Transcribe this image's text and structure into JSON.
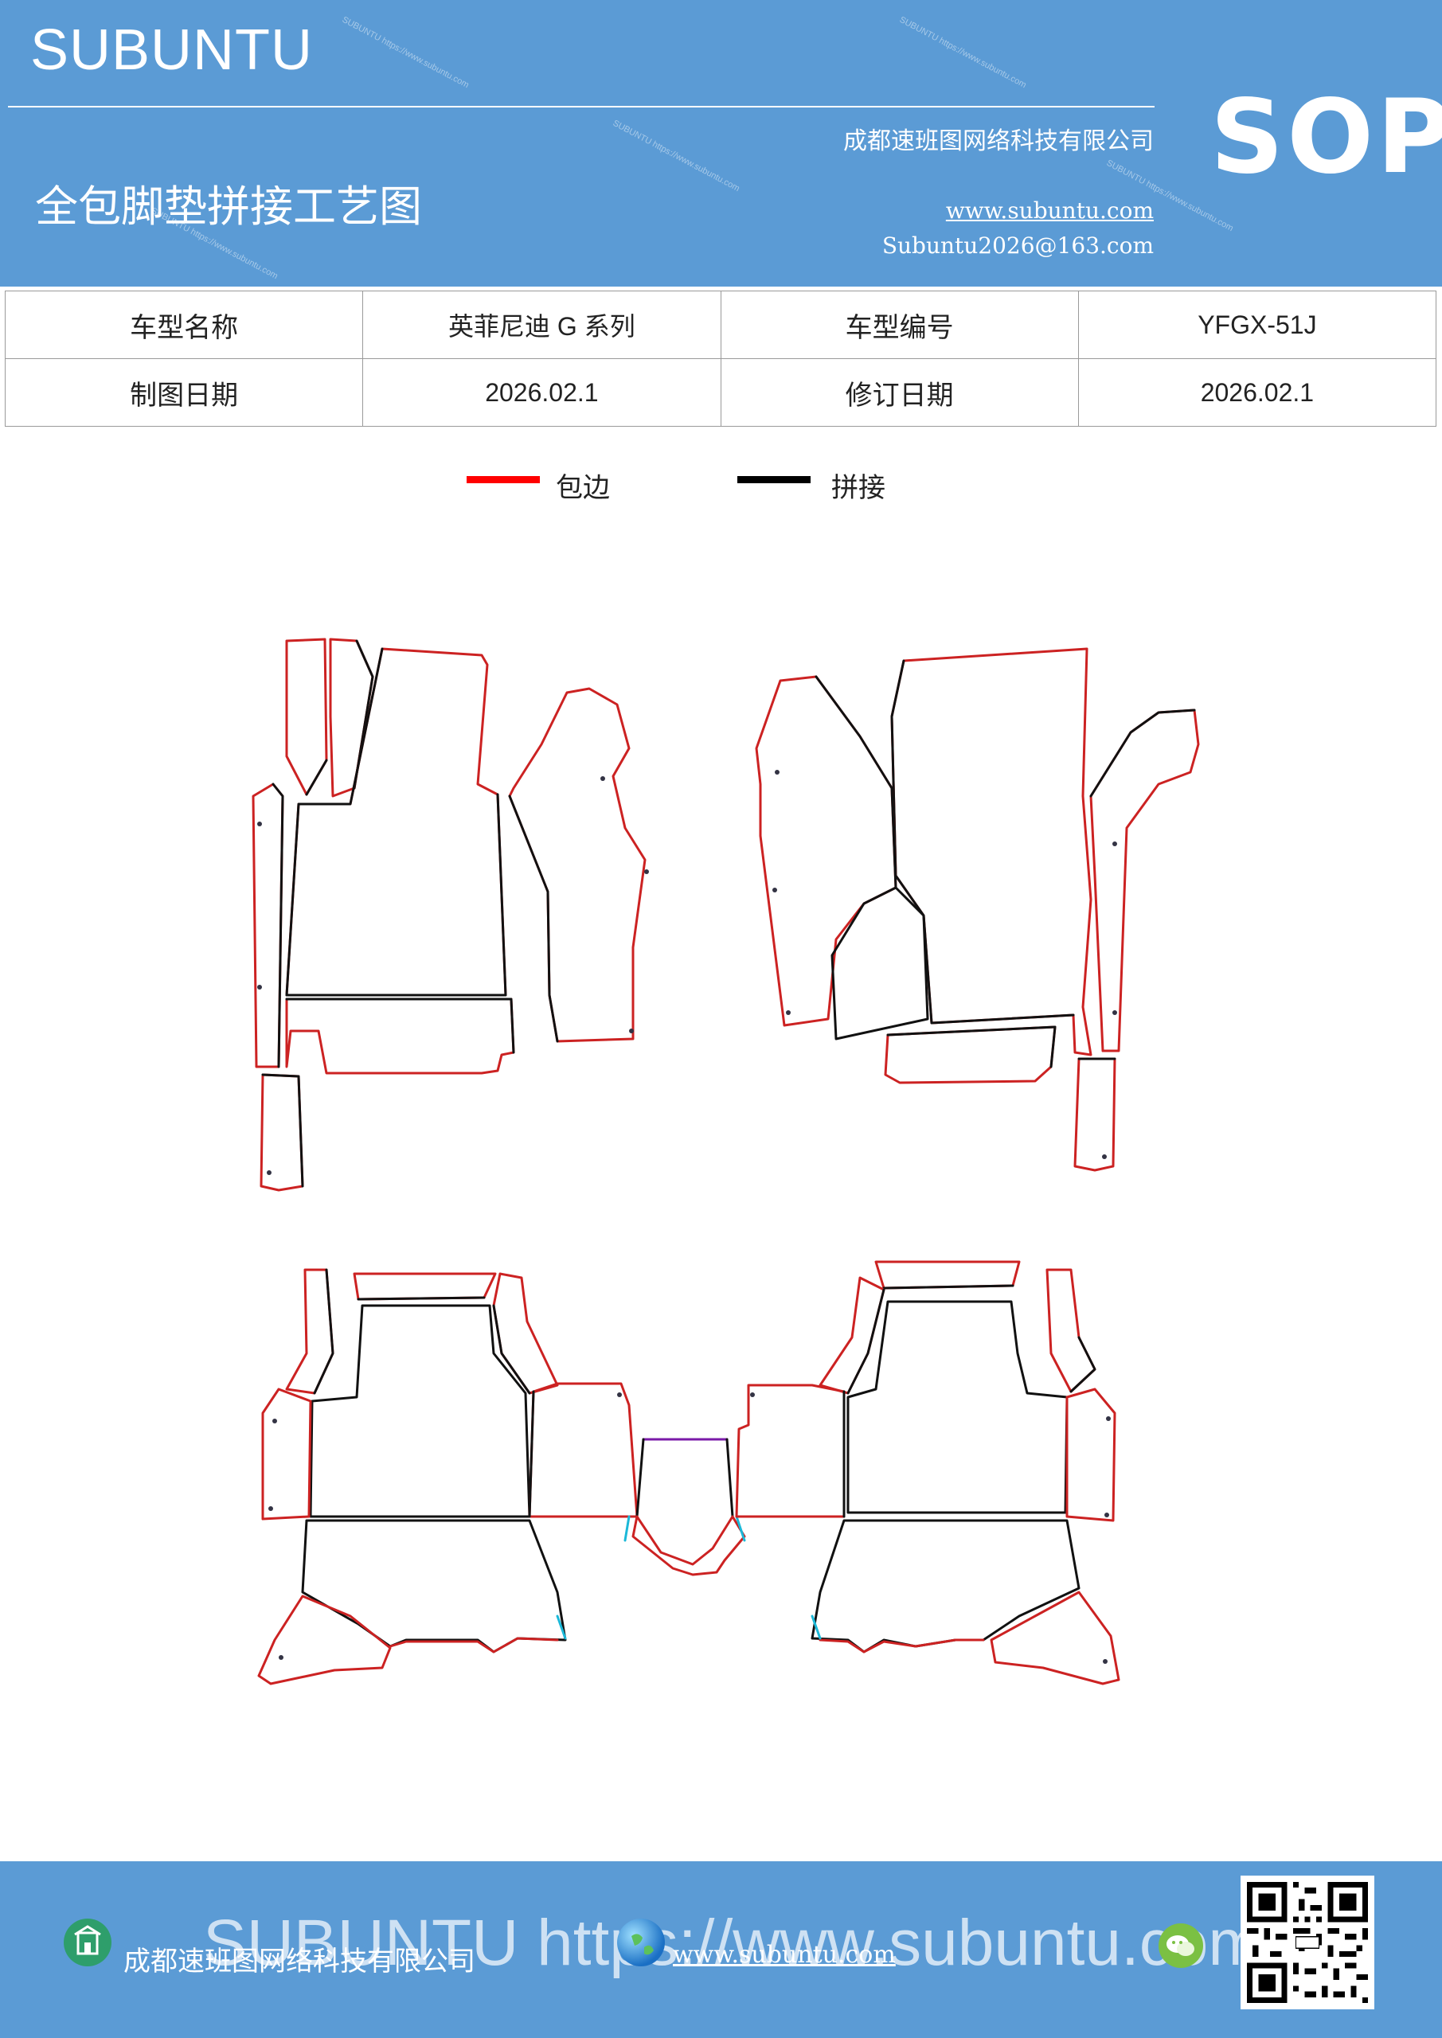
{
  "header": {
    "brand": "SUBUNTU",
    "company": "成都速班图网络科技有限公司",
    "title": "全包脚垫拼接工艺图",
    "website": "www.subuntu.com",
    "email": "Subuntu2026@163.com",
    "badge": "SOP",
    "watermark": "SUBUNTU https://www.subuntu.com"
  },
  "info_table": {
    "rows": [
      [
        "车型名称",
        "英菲尼迪 G 系列",
        "车型编号",
        "YFGX-51J"
      ],
      [
        "制图日期",
        "2026.02.1",
        "修订日期",
        "2026.02.1"
      ]
    ]
  },
  "legend": [
    {
      "label": "包边",
      "color": "#ff0000"
    },
    {
      "label": "拼接",
      "color": "#000000"
    }
  ],
  "colors": {
    "header_bg": "#5b9bd5",
    "edge_line": "#cc2222",
    "seam_line": "#111111",
    "accent_cyan": "#1bb8d8"
  },
  "footer": {
    "company": "成都速班图网络科技有限公司",
    "website": "www.subuntu.com",
    "banner": "SUBUNTU https://www.subuntu.com",
    "icons": [
      "building-icon",
      "globe-icon",
      "wechat-icon",
      "qr-code"
    ]
  }
}
